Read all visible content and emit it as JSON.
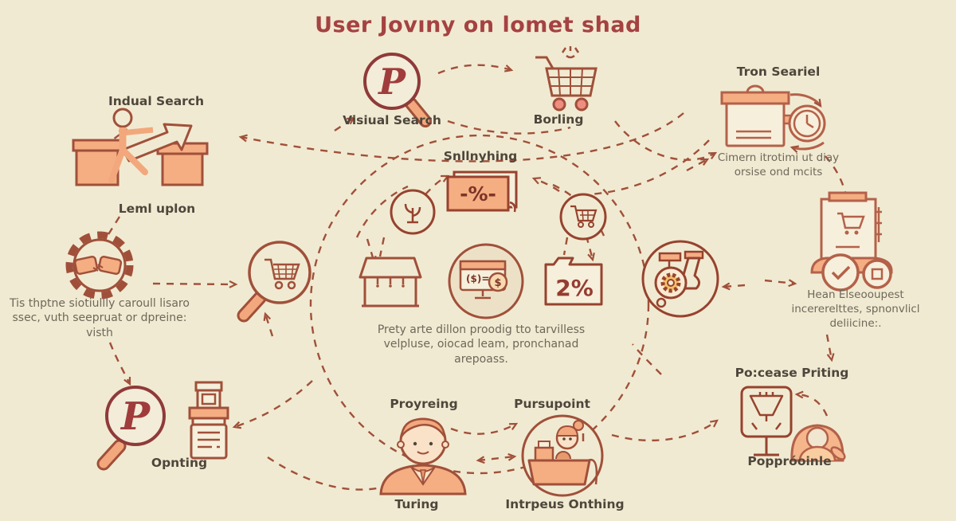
{
  "title": "User Jovıny on lomet shad",
  "brand": {
    "pinterest_letter": "P"
  },
  "colors": {
    "background": "#f1ead2",
    "outline_brick": "#a0503a",
    "accent_fill": "#f5ad82",
    "title_red": "#a54242",
    "label_dark": "#4e463b",
    "muted_text": "#6f6759",
    "pinterest_red": "#a03c3c"
  },
  "nodes": {
    "indual_search": {
      "label": "Indual Search",
      "sublabel": "Leml uplon",
      "icon": "person-boxes-icon"
    },
    "visual_search": {
      "label": "Visiual Search",
      "icon": "pinterest-magnifier-icon"
    },
    "borling": {
      "label": "Borling",
      "icon": "shopping-cart-icon"
    },
    "tron_seariel": {
      "label": "Tron Seariel",
      "description": "Cimern itrotimi ut diay orsise ond mcits",
      "icon": "package-clock-icon"
    },
    "snllnyhing": {
      "label": "Snllnyhing",
      "coupon_text": "-%-",
      "folder_text": "2%",
      "icons": [
        "plant-circle-icon",
        "discount-coupon-icon",
        "cart-circle-icon",
        "market-stall-icon",
        "payment-card-circle-icon",
        "discount-folder-icon"
      ]
    },
    "payment": {
      "card_text": "($)=",
      "coin_text": "$"
    },
    "partner_note": {
      "text": "Tis thptne siotiullly caroull lisaro ssec, vuth seepruat or dpreine: visth",
      "icon": "gear-handshake-icon"
    },
    "center_note": {
      "text": "Prety arte dillon proodig tto tarvilless velpluse, oiocad leam, pronchanad arepoass."
    },
    "search_cart": {
      "icon": "magnifier-cart-icon"
    },
    "opnting": {
      "label": "Opnting",
      "icons": [
        "pinterest-magnifier-icon",
        "product-bottle-icon"
      ]
    },
    "proyreing": {
      "label": "Proyreing",
      "sublabel": "Turing",
      "icon": "person-icon"
    },
    "pursupoint": {
      "label": "Pursupoint",
      "sublabel": "Intrpeus Onthing",
      "icon": "cashier-circle-icon"
    },
    "scooter": {
      "icon": "scooter-circle-icon"
    },
    "delivery": {
      "description": "Hean Elseooupest incererelttes, spnonvlicl deliicine:.",
      "icon": "delivery-truck-icon"
    },
    "pocease": {
      "label": "Po:cease Priting",
      "sublabel": "Poppróoinle",
      "icons": [
        "easel-sign-icon",
        "person-blob-icon"
      ]
    }
  }
}
